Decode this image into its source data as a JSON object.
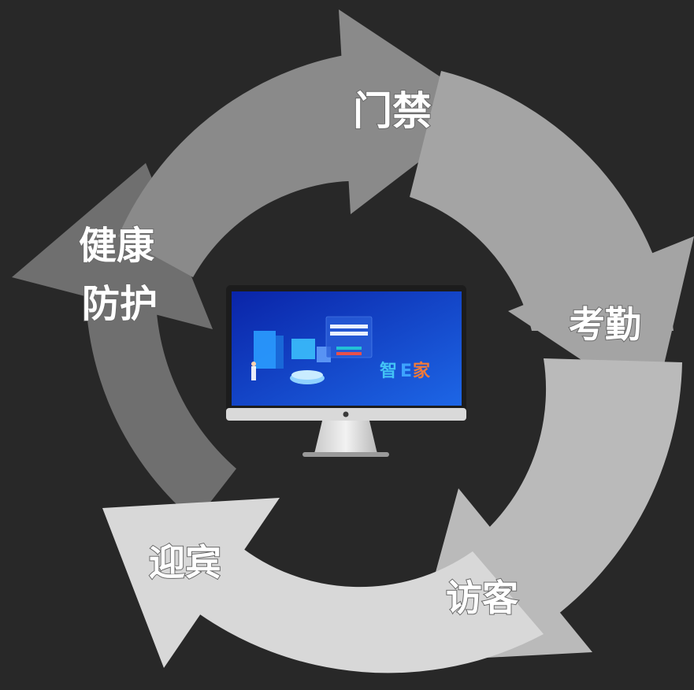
{
  "cycle": {
    "segments": [
      {
        "id": "access",
        "label": "门禁",
        "color": "#8a8a8a"
      },
      {
        "id": "attendance",
        "label": "考勤",
        "color": "#a4a4a4"
      },
      {
        "id": "visitor",
        "label": "访客",
        "color": "#bababa"
      },
      {
        "id": "welcome",
        "label": "迎宾",
        "color": "#d8d8d8"
      },
      {
        "id": "health",
        "label_line1": "健康",
        "label_line2": "防护",
        "color": "#6f6f6f"
      }
    ],
    "background": "#282828"
  },
  "monitor": {
    "screen_gradient": [
      "#0b2bb8",
      "#1f6fe8"
    ],
    "brand": {
      "part1": "智",
      "part2": "E",
      "part3": "家"
    }
  }
}
